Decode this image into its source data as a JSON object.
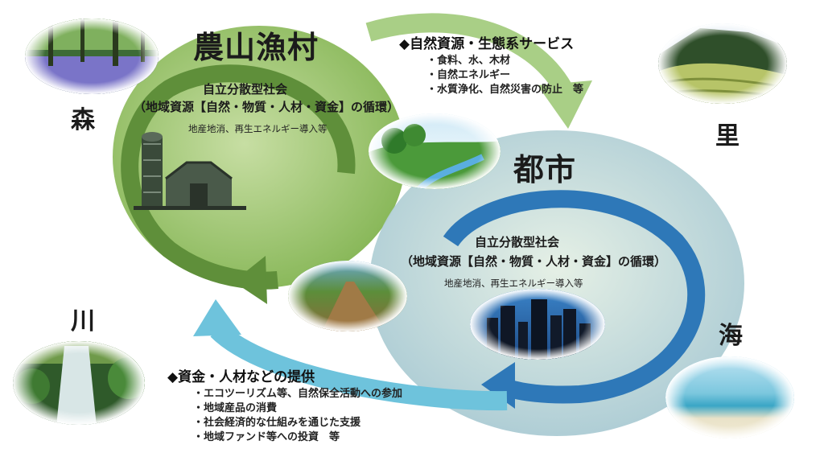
{
  "rural": {
    "title": "農山漁村",
    "society": "自立分散型社会",
    "cycle": "（地域資源【自然・物質・人材・資金】の循環）",
    "initiatives": "地産地消、再生エネルギー導入等"
  },
  "urban": {
    "title": "都市",
    "society": "自立分散型社会",
    "cycle": "（地域資源【自然・物質・人材・資金】の循環）",
    "initiatives": "地産地消、再生エネルギー導入等"
  },
  "corners": {
    "forest": "森",
    "village": "里",
    "river": "川",
    "sea": "海"
  },
  "nature_services": {
    "heading": "◆自然資源・生態系サービス",
    "items": [
      "・食料、水、木材",
      "・自然エネルギー",
      "・水質浄化、自然災害の防止　等"
    ]
  },
  "urban_support": {
    "heading": "◆資金・人材などの提供",
    "items": [
      "・エコツーリズム等、自然保全活動への参加",
      "・地域産品の消費",
      "・社会経済的な仕組みを通じた支援",
      "・地域ファンド等への投資　等"
    ]
  },
  "colors": {
    "rural_circle": "#8fbf5a",
    "urban_circle": "#b9d6d8",
    "rural_arrow": "#5f8f3a",
    "urban_arrow": "#2e78b8",
    "nature_flow": "#a9cf86",
    "support_flow": "#6ec3dc"
  }
}
